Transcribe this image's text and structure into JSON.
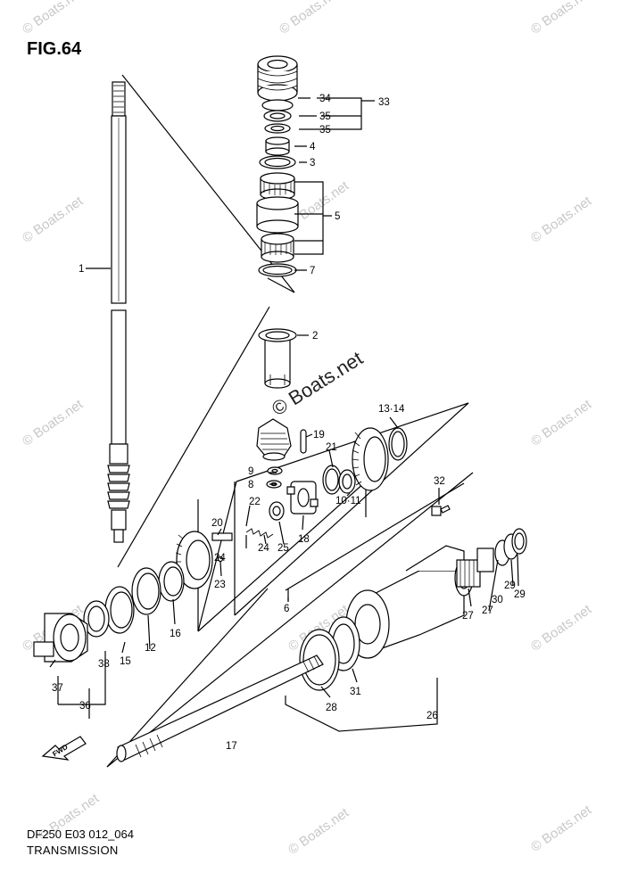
{
  "figure_title": "FIG.64",
  "diagram_code": "DF250 E03 012_064",
  "diagram_name": "TRANSMISSION",
  "watermark": "© Boats.net",
  "direction_label": "FWD",
  "callouts": [
    "1",
    "2",
    "3",
    "4",
    "5",
    "6",
    "7",
    "8",
    "9",
    "10·11",
    "12",
    "13·14",
    "15",
    "16",
    "17",
    "18",
    "19",
    "20",
    "21",
    "22",
    "23",
    "24",
    "24",
    "25",
    "26",
    "27",
    "27",
    "28",
    "29",
    "29",
    "30",
    "31",
    "32",
    "33",
    "34",
    "35",
    "35",
    "36",
    "37",
    "38"
  ]
}
